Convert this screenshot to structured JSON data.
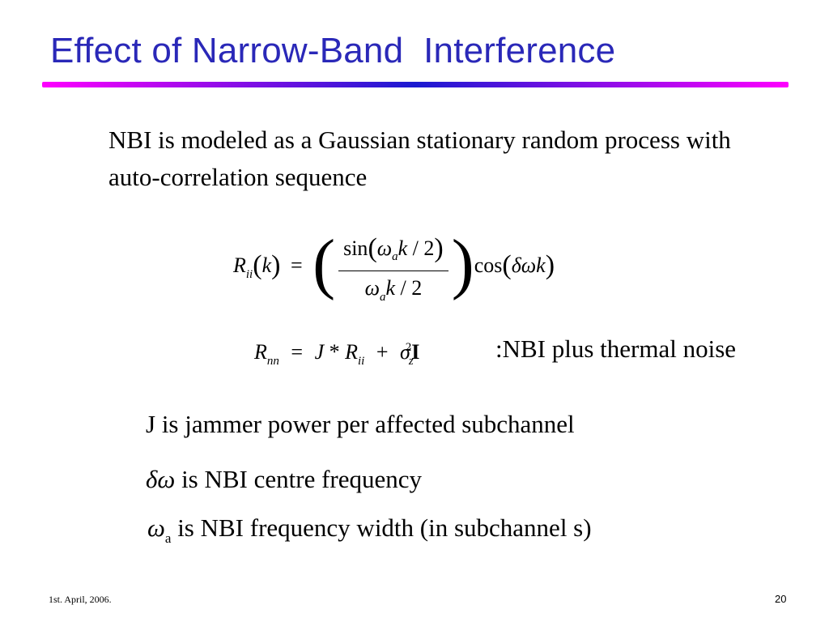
{
  "slide": {
    "title": "Effect of Narrow-Band  Interference",
    "intro": "NBI is modeled as a Gaussian stationary random process with auto-correlation sequence",
    "rnn_caption": ":NBI plus thermal noise",
    "line_j": "J is jammer power per affected subchannel",
    "line_dw_text": "is NBI centre frequency",
    "line_wa_text": "is NBI frequency width (in subchannel s)",
    "footer_date": "1st. April, 2006.",
    "page_number": "20"
  },
  "colors": {
    "title": "#2a28b8",
    "rule_start": "#ff00ff",
    "rule_end": "#1a1ad0"
  }
}
